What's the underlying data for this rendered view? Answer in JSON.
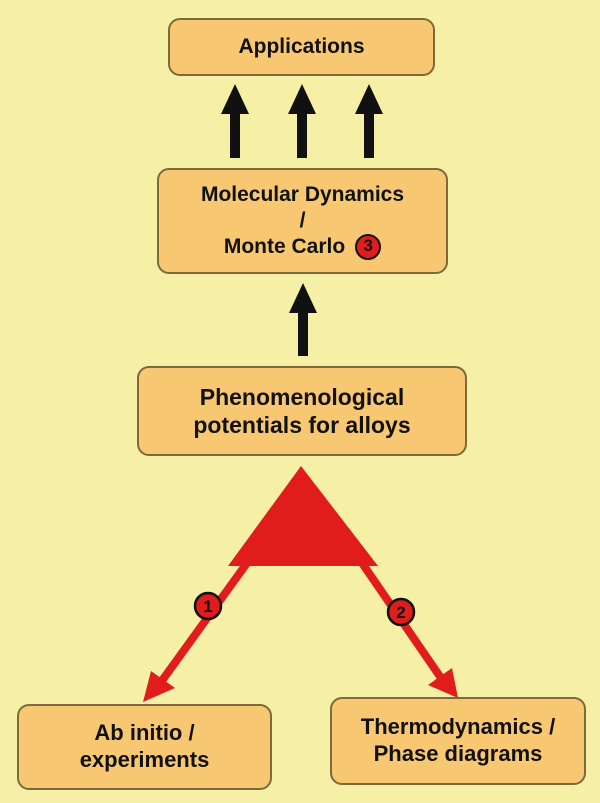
{
  "nodes": {
    "applications": {
      "label": "Applications"
    },
    "md_mc": {
      "line1": "Molecular Dynamics",
      "line2": "/",
      "line3": "Monte Carlo",
      "badge": "3"
    },
    "phenomenological": {
      "line1": "Phenomenological",
      "line2": "potentials for alloys"
    },
    "ab_initio": {
      "line1": "Ab initio /",
      "line2": "experiments"
    },
    "thermodynamics": {
      "line1": "Thermodynamics /",
      "line2": "Phase diagrams"
    }
  },
  "branch_badges": {
    "left": "1",
    "right": "2"
  },
  "colors": {
    "background": "#f5f0a6",
    "box_fill": "#f7c871",
    "box_border": "#7a6a3c",
    "accent_red": "#e01c1c",
    "arrow_black": "#111111"
  }
}
